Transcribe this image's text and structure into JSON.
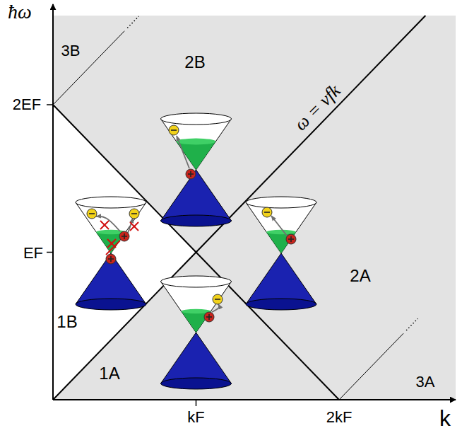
{
  "diagram": {
    "labels": [
      "ħω",
      "2EF",
      "EF",
      "kF",
      "2kF",
      "k",
      "3B",
      "2B",
      "1B",
      "1A",
      "2A",
      "3A",
      "ω = vfk"
    ]
  }
}
